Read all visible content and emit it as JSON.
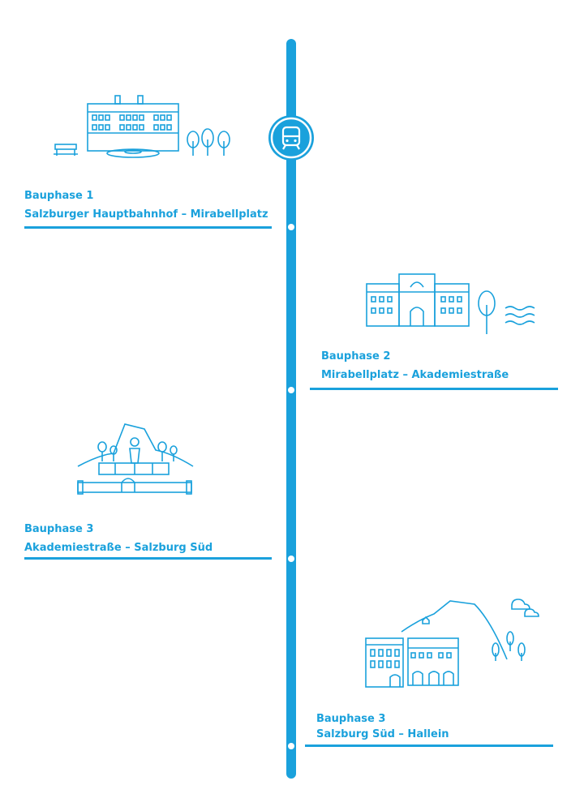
{
  "colors": {
    "accent": "#1aa1dc",
    "background": "#ffffff"
  },
  "timeline": {
    "badge_icon": "metro-train-icon",
    "phases": [
      {
        "heading": "Bauphase 1",
        "route": "Salzburger Hauptbahnhof – Mirabellplatz",
        "icon": "main-station-building-icon"
      },
      {
        "heading": "Bauphase 2",
        "route": "Mirabellplatz – Akademiestraße",
        "icon": "mirabell-palace-river-icon"
      },
      {
        "heading": "Bauphase 3",
        "route": "Akademiestraße – Salzburg Süd",
        "icon": "rock-fountain-monument-icon"
      },
      {
        "heading": "Bauphase 3",
        "route": "Salzburg Süd – Hallein",
        "icon": "old-town-hill-icon"
      }
    ]
  }
}
